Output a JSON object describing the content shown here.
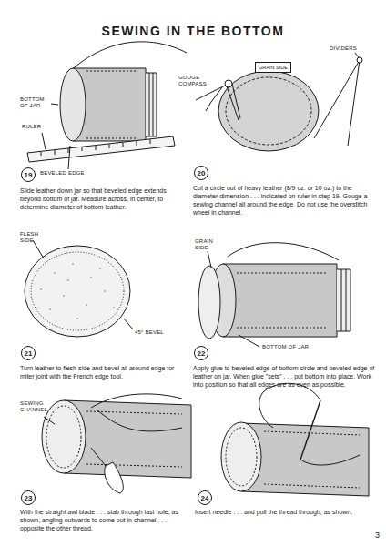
{
  "diagram": {
    "title": "SEWING IN THE BOTTOM",
    "nodes": [
      {
        "text": [
          "GRAIN SIDE"
        ]
      },
      {
        "text": [
          "19"
        ]
      },
      {
        "text": [
          "20"
        ]
      },
      {
        "text": [
          "21"
        ]
      },
      {
        "text": [
          "22"
        ]
      },
      {
        "text": [
          "23"
        ]
      },
      {
        "text": [
          "24"
        ]
      }
    ],
    "labels": [
      "BOTTOM OF JAR",
      "RULER",
      "BEVELED EDGE",
      "Slide leather down jar so that beveled edge extends beyond bottom of jar. Measure across, in center, to determine diameter of bottom leather.",
      "DIVIDERS",
      "GOUGE COMPASS",
      "Cut a circle out of heavy leather (8/9 oz. or 10 oz.) to the diameter dimension . . . indicated on ruler in step 19. Gouge a sewing channel all around the edge. Do not use the overstitch wheel in channel.",
      "FLESH SIDE",
      "45° BEVEL",
      "Turn leather to flesh side and bevel all around edge for miter joint with the French edge tool.",
      "GRAIN SIDE",
      "BOTTOM OF JAR",
      "Apply glue to beveled edge of bottom circle and beveled edge of leather on jar. When glue \"sets\" . . . put bottom into place. Work into position so that all edges are as even as possible.",
      "SEWING CHANNEL",
      "With the straight awl blade . . . stab through last hole, as shown, angling outwards to come out in channel . . . opposite the other thread.",
      "Insert needle . . . and pull the thread through, as shown.",
      "3"
    ]
  }
}
